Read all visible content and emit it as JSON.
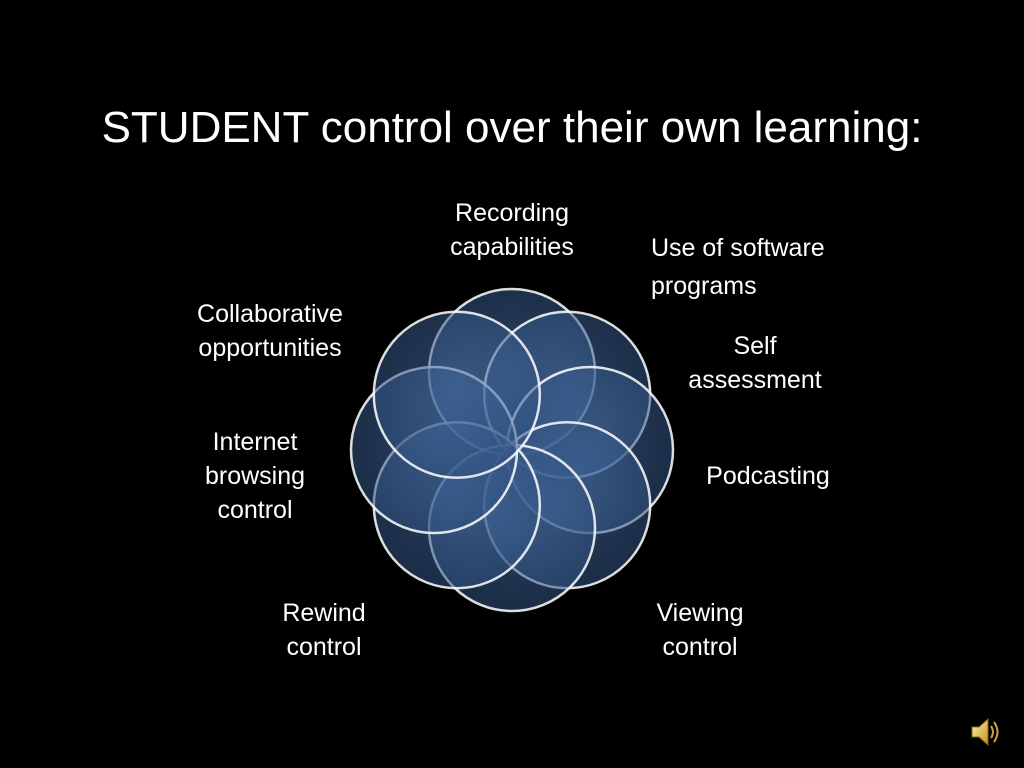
{
  "slide": {
    "title": "STUDENT control over their own learning:"
  },
  "diagram": {
    "type": "overlapping-circles",
    "fill_color": "#3f6395",
    "stroke_color": "#ffffff",
    "items": [
      {
        "id": "recording",
        "lines": [
          "Recording",
          "capabilities"
        ]
      },
      {
        "id": "software",
        "lines": [
          "Use of software",
          "programs"
        ]
      },
      {
        "id": "self",
        "lines": [
          "Self",
          "assessment"
        ]
      },
      {
        "id": "podcast",
        "lines": [
          "Podcasting"
        ]
      },
      {
        "id": "viewing",
        "lines": [
          "Viewing",
          "control"
        ]
      },
      {
        "id": "rewind",
        "lines": [
          "Rewind",
          "control"
        ]
      },
      {
        "id": "internet",
        "lines": [
          "Internet",
          "browsing",
          "control"
        ]
      },
      {
        "id": "collab",
        "lines": [
          "Collaborative",
          "opportunities"
        ]
      }
    ]
  },
  "media": {
    "icon": "speaker-icon",
    "color": "#e8b830"
  }
}
